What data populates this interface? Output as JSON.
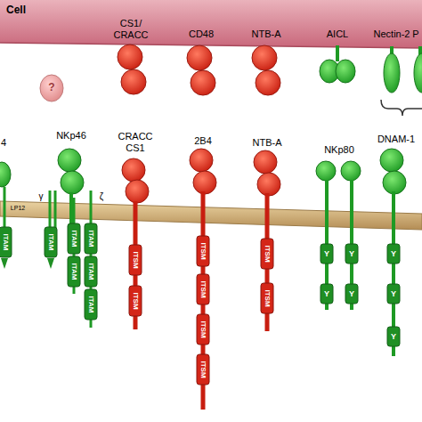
{
  "diagram": {
    "labels": [
      "Cell",
      "CS1/ CRACC",
      "CD48",
      "NTB-A",
      "AICL",
      "Nectin-2",
      "P",
      "?",
      "4",
      "NKp46",
      "CRACC CS1",
      "2B4",
      "NTB-A",
      "NKp80",
      "DNAM-1",
      "LP12",
      "γ",
      "ζ",
      "ITAM",
      "ITAM",
      "ITAM",
      "ITAM",
      "ITAM",
      "ITAM",
      "ITAM",
      "ITSM",
      "ITSM",
      "ITSM",
      "ITSM",
      "ITSM",
      "ITSM",
      "ITSM",
      "ITSM",
      "Y",
      "Y",
      "Y",
      "Y",
      "Y",
      "Y",
      "Y"
    ]
  }
}
